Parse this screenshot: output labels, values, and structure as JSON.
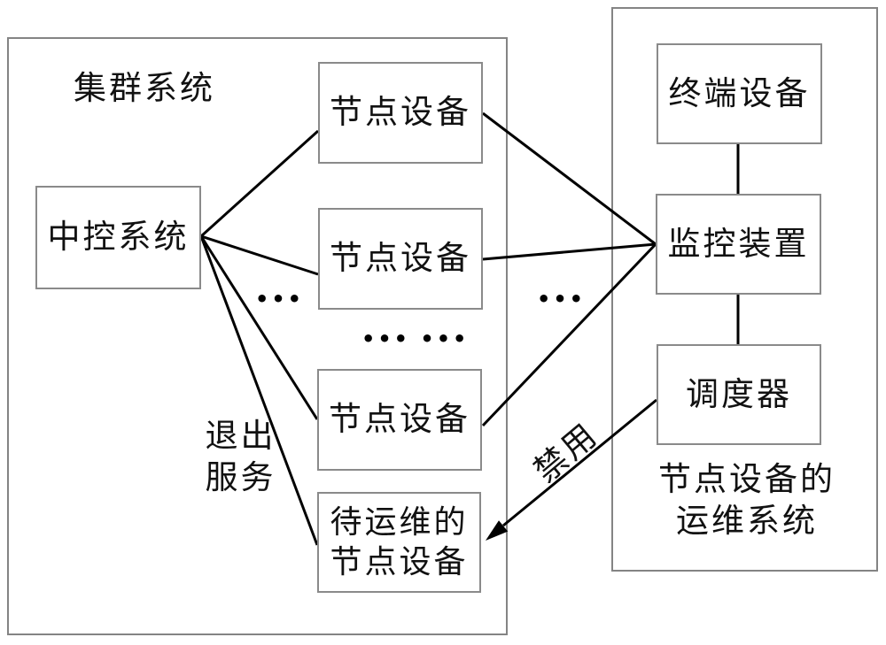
{
  "diagram": {
    "cluster": {
      "title": "集群系统",
      "central_control": "中控系统",
      "nodes": [
        "节点设备",
        "节点设备",
        "节点设备"
      ],
      "pending_node_line1": "待运维的",
      "pending_node_line2": "节点设备",
      "exit_label_line1": "退出",
      "exit_label_line2": "服务",
      "ellipsis_left": "•••",
      "ellipsis_middle": "••• •••"
    },
    "ops_system": {
      "terminal": "终端设备",
      "monitor": "监控装置",
      "scheduler": "调度器",
      "title_line1": "节点设备的",
      "title_line2": "运维系统",
      "ellipsis_right": "•••"
    },
    "edge_labels": {
      "disable": "禁用"
    },
    "colors": {
      "background": "#ffffff",
      "connector_line": "#000000",
      "box_border": "#8a8a8a",
      "text": "#111111"
    }
  }
}
